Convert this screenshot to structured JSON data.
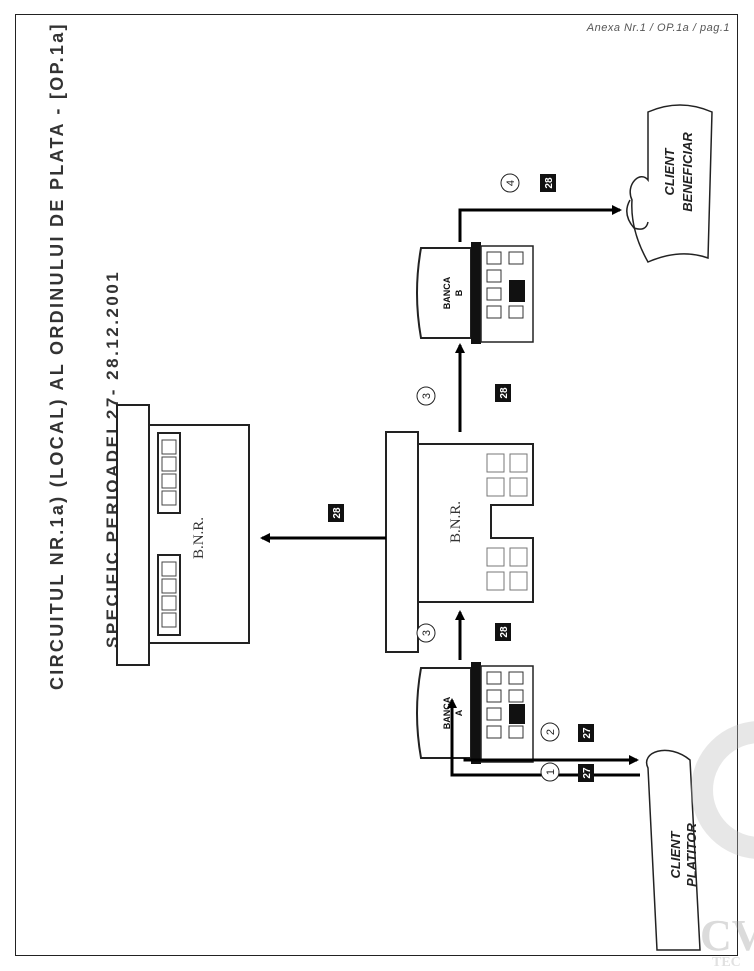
{
  "header": {
    "annex": "Anexa Nr.1 / OP.1a / pag.1"
  },
  "title": "CIRCUITUL NR.1a) (LOCAL) AL ORDINULUI DE PLATA - [OP.1a]",
  "subtitle": "SPECIFIC PERIOADEI 27- 28.12.2001",
  "nodes": {
    "bnr_central": "B.N.R.",
    "bnr_top": "B.N.R.",
    "banca_a": [
      "BANCA",
      "A"
    ],
    "banca_b": [
      "BANCA",
      "B"
    ],
    "client_platitor": [
      "CLIENT",
      "PLATITOR"
    ],
    "client_beneficiar": [
      "CLIENT",
      "BENEFICIAR"
    ]
  },
  "flows": [
    {
      "step": "1",
      "day": "27"
    },
    {
      "step": "2",
      "day": "27"
    },
    {
      "step": "3",
      "day": "28"
    },
    {
      "step": "3",
      "day": "28"
    },
    {
      "step": "4",
      "day": "28"
    },
    {
      "step": "",
      "day": "28"
    }
  ],
  "watermark": {
    "text": "CV",
    "subtext": "TEC"
  }
}
